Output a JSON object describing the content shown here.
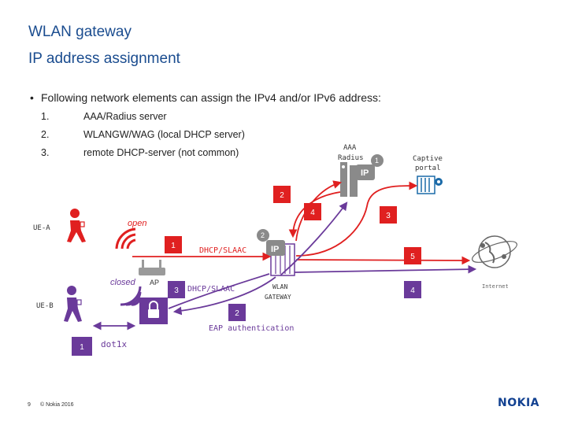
{
  "slide": {
    "title": "WLAN gateway",
    "subtitle": "IP address assignment",
    "bullet": "Following network elements can assign the IPv4 and/or IPv6 address:",
    "list": [
      {
        "num": "1.",
        "text": "AAA/Radius server"
      },
      {
        "num": "2.",
        "text": "WLANGW/WAG (local DHCP server)"
      },
      {
        "num": "3.",
        "text": "remote DHCP-server (not common)"
      }
    ]
  },
  "diagram": {
    "ue_a": "UE-A",
    "ue_b": "UE-B",
    "open": "open",
    "closed": "closed",
    "ap": "AP",
    "aaa": "AAA",
    "radius": "Radius",
    "ip_badge": "IP",
    "aaa_badge_num": "1",
    "gw_badge_num": "2",
    "captive_line1": "Captive",
    "captive_line2": "portal",
    "wlan": "WLAN",
    "gateway": "GATEWAY",
    "internet": "Internet",
    "dhcp_red": "DHCP/SLAAC",
    "dhcp_purple": "DHCP/SLAAC",
    "eap": "EAP authentication",
    "dot1x": "dot1x",
    "steps": {
      "r1": "1",
      "r2": "2",
      "r3": "3",
      "r4": "4",
      "r5": "5",
      "p1": "1",
      "p2": "2",
      "p3": "3",
      "p4": "4"
    }
  },
  "colors": {
    "title": "#1a4c8f",
    "red": "#e02020",
    "purple": "#6a3a9a",
    "grey": "#888888",
    "nokia": "#124191"
  },
  "footer": {
    "page": "9",
    "copyright": "© Nokia 2016",
    "logo": "NOKIA"
  }
}
